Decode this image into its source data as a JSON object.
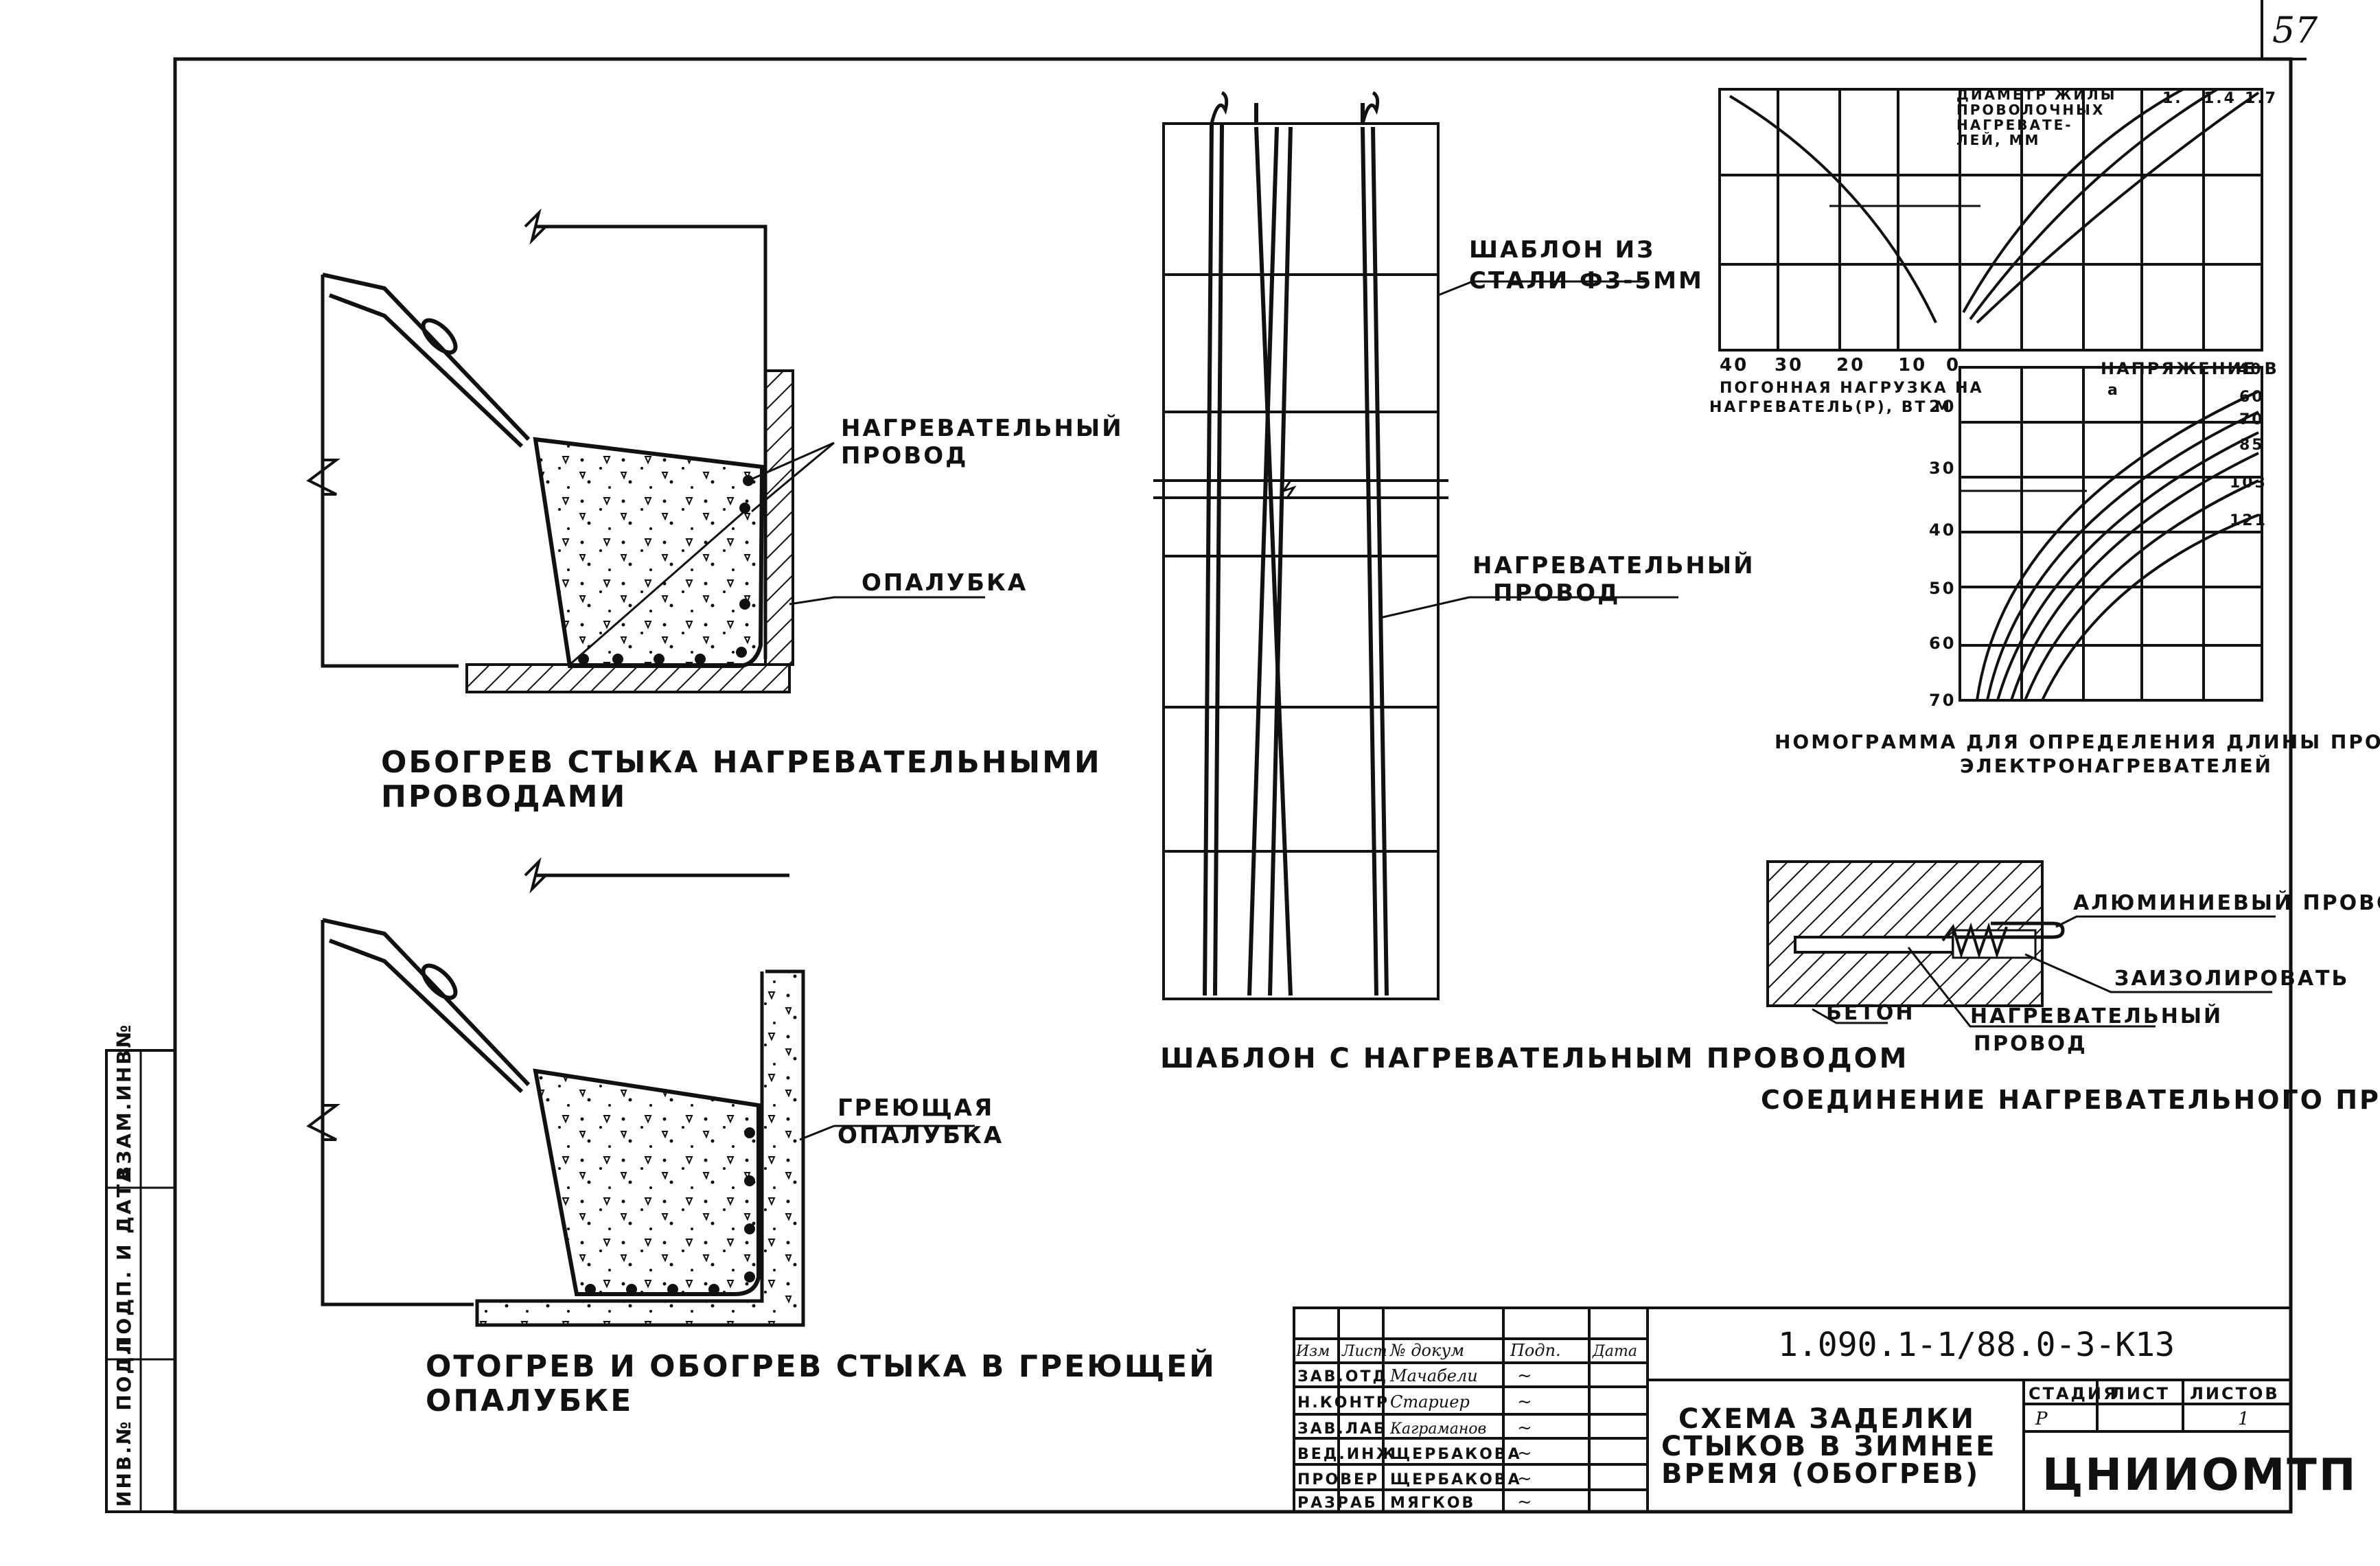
{
  "sheet": {
    "page_number": "57",
    "stamp_left": {
      "inv": "ИНВ.№ ПОДЛ",
      "podp": "ПОДП. И ДАТА",
      "vzam": "ВЗАМ.ИНВ№"
    }
  },
  "fig1": {
    "label_wire": [
      "НАГРЕВАТЕЛЬНЫЙ",
      "ПРОВОД"
    ],
    "label_formwork": "ОПАЛУБКА",
    "caption": [
      "ОБОГРЕВ СТЫКА НАГРЕВАТЕЛЬНЫМИ",
      "ПРОВОДАМИ"
    ]
  },
  "fig2": {
    "label_heating_formwork": [
      "ГРЕЮЩАЯ",
      "ОПАЛУБКА"
    ],
    "caption": [
      "ОТОГРЕВ И ОБОГРЕВ СТЫКА В ГРЕЮЩЕЙ",
      "ОПАЛУБКЕ"
    ]
  },
  "fig3": {
    "label_template": [
      "ШАБЛОН ИЗ",
      "СТАЛИ Ф3-5ММ"
    ],
    "label_wire": [
      "НАГРЕВАТЕЛЬНЫЙ",
      "ПРОВОД"
    ],
    "caption": "ШАБЛОН С НАГРЕВАТЕЛЬНЫМ ПРОВОДОМ"
  },
  "nomogram": {
    "diameter_title": [
      "ДИАМЕТР ЖИЛЫ",
      "ПРОВОЛОЧНЫХ",
      "НАГРЕВАТЕ-",
      "ЛЕЙ, ММ"
    ],
    "diameter_values": [
      "1.",
      "1.4",
      "1.7"
    ],
    "load_ticks": [
      "40",
      "30",
      "20",
      "10",
      "0"
    ],
    "load_title": [
      "ПОГОННАЯ НАГРУЗКА НА",
      "НАГРЕВАТЕЛЬ(Р), ВТ М"
    ],
    "voltage_title": "НАПРЯЖЕНИЕ В",
    "voltage_sub": "а",
    "voltage_values": [
      "40",
      "60",
      "70",
      "85",
      "103",
      "121"
    ],
    "length_ticks": [
      "20",
      "30",
      "40",
      "50",
      "60",
      "70"
    ],
    "caption": [
      "НОМОГРАММА ДЛЯ ОПРЕДЕЛЕНИЯ ДЛИНЫ ПРОВОЛОЧНЫХ",
      "ЭЛЕКТРОНАГРЕВАТЕЛЕЙ"
    ]
  },
  "fig4": {
    "label_alu": "АЛЮМИНИЕВЫЙ ПРОВОД",
    "label_insulate": "ЗАИЗОЛИРОВАТЬ",
    "label_concrete": "БЕТОН",
    "label_wire": [
      "НАГРЕВАТЕЛЬНЫЙ",
      "ПРОВОД"
    ],
    "caption": "СОЕДИНЕНИЕ НАГРЕВАТЕЛЬНОГО ПРОВОДА"
  },
  "title_block": {
    "head": [
      "Изм",
      "Лист",
      "№ докум",
      "Подп.",
      "Дата"
    ],
    "rows": [
      {
        "role": "ЗАВ.ОТД",
        "name": "Мачабели",
        "sign": "~"
      },
      {
        "role": "Н.КОНТР",
        "name": "Стариер",
        "sign": "~"
      },
      {
        "role": "ЗАВ.ЛАБ",
        "name": "Каграманов",
        "sign": "~"
      },
      {
        "role": "ВЕД.ИНЖ",
        "name": "ЩЕРБАКОВА",
        "sign": "~"
      },
      {
        "role": "ПРОВЕР",
        "name": "ЩЕРБАКОВА",
        "sign": "~"
      },
      {
        "role": "РАЗРАБ",
        "name": "МЯГКОВ",
        "sign": "~"
      }
    ],
    "doc_code": "1.090.1-1/88.0-3-К13",
    "title": [
      "СХЕМА ЗАДЕЛКИ",
      "СТЫКОВ В ЗИМНЕЕ",
      "ВРЕМЯ (ОБОГРЕВ)"
    ],
    "stage_head": [
      "СТАДИЯ",
      "ЛИСТ",
      "ЛИСТОВ"
    ],
    "stage_vals": [
      "Р",
      "",
      "1"
    ],
    "org": "ЦНИИОМТП"
  }
}
